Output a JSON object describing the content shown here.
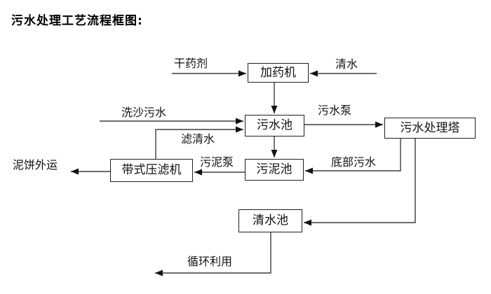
{
  "title": "污水处理工艺流程框图:",
  "diagram": {
    "type": "flowchart",
    "nodes": {
      "dosing_machine": "加药机",
      "sewage_pool": "污水池",
      "treatment_tower": "污水处理塔",
      "sludge_pool": "污泥池",
      "belt_filter_press": "带式压滤机",
      "clean_water_pool": "清水池"
    },
    "edge_labels": {
      "dry_chemical": "干药剂",
      "clean_water_in": "清水",
      "sand_washing_sewage": "洗沙污水",
      "filtered_water": "滤清水",
      "sewage_pump": "污水泵",
      "bottom_sewage": "底部污水",
      "sludge_pump": "污泥泵",
      "mud_cake_out": "泥饼外运",
      "recycle_use": "循环利用"
    },
    "flows": [
      "干药剂 → 加药机",
      "清水 → 加药机",
      "加药机 → 污水池",
      "洗沙污水 → 污水池",
      "带式压滤机 →(滤清水) 污水池",
      "污水池 →(污水泵) 污水处理塔",
      "污水池 → 污泥池",
      "污水处理塔 →(底部污水) 污泥池",
      "污泥池 →(污泥泵) 带式压滤机",
      "带式压滤机 → 泥饼外运",
      "污水处理塔 → 清水池",
      "清水池 → 循环利用"
    ],
    "colors": {
      "line": "#3d3d3d",
      "border": "#1f1f1f",
      "text": "#111111",
      "background": "#ffffff"
    }
  }
}
